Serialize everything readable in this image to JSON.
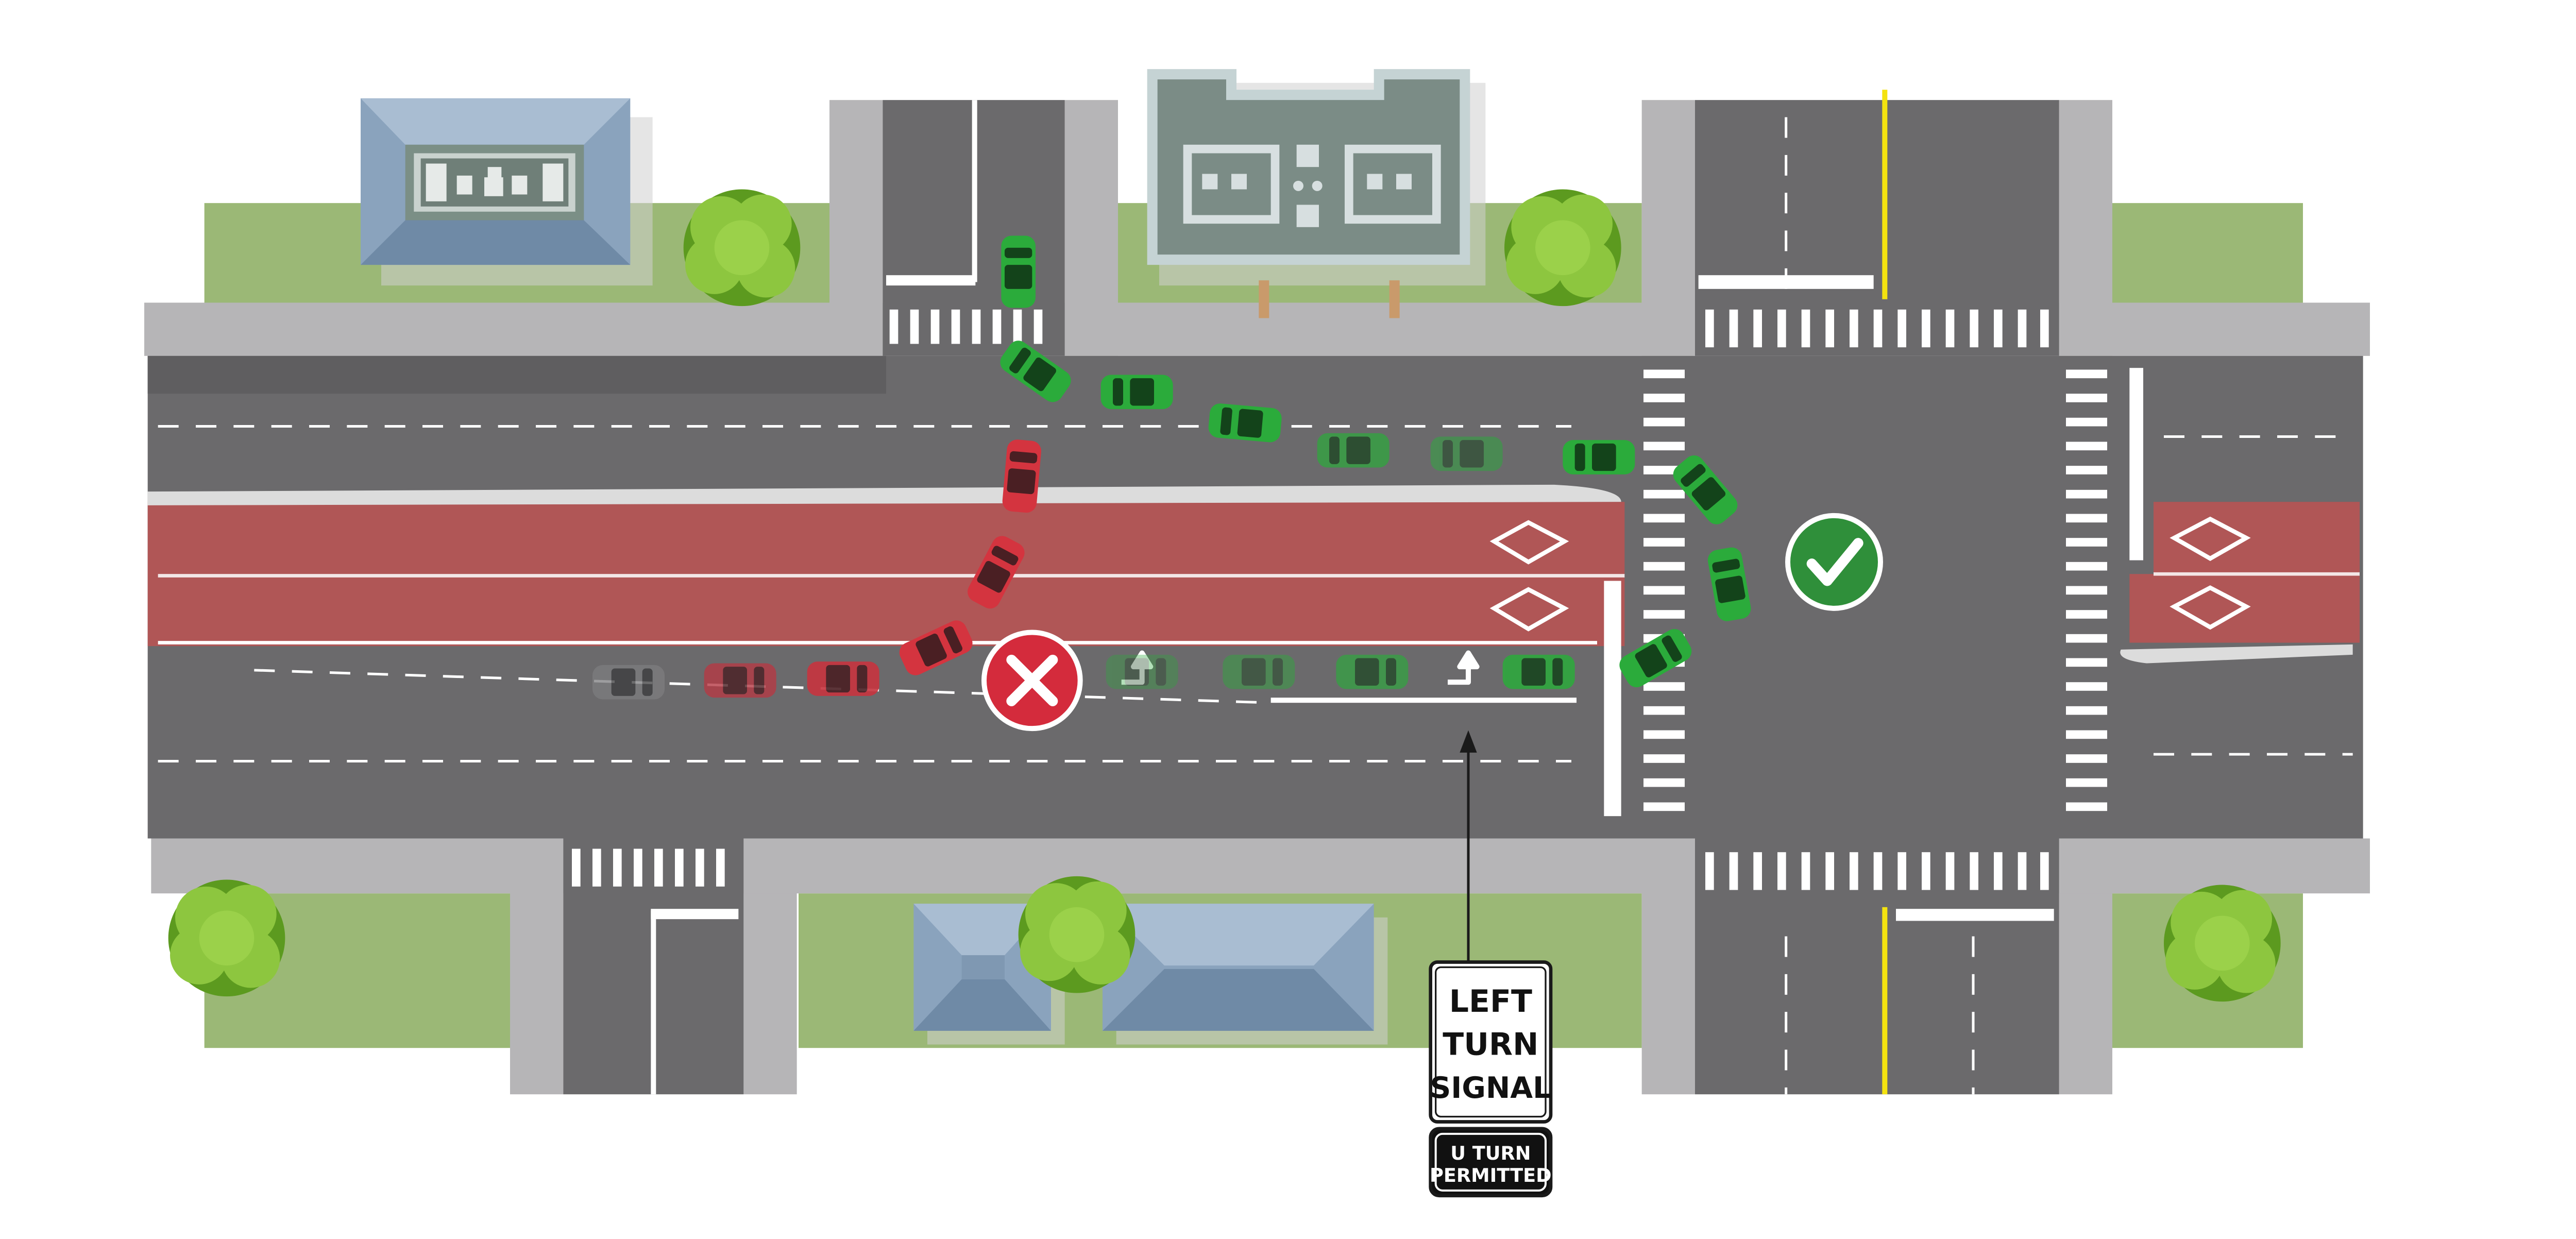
{
  "sign": {
    "line1": "LEFT",
    "line2": "TURN",
    "line3": "SIGNAL",
    "plaque_line1": "U TURN",
    "plaque_line2": "PERMITTED"
  },
  "icons": {
    "wrong": "x-mark-icon",
    "right": "check-mark-icon",
    "turn_arrow": "left-turn-arrow-icon"
  },
  "colors": {
    "asphalt": "#6b6a6c",
    "sidewalk": "#b5b4b6",
    "grass": "#9bb876",
    "bus_lane": "#b05656",
    "wrong_car": "#d4343f",
    "right_car": "#2bab3b",
    "wrong_badge": "#d42b3c",
    "right_badge": "#2f8f3a",
    "center_line": "#f4e30f"
  }
}
